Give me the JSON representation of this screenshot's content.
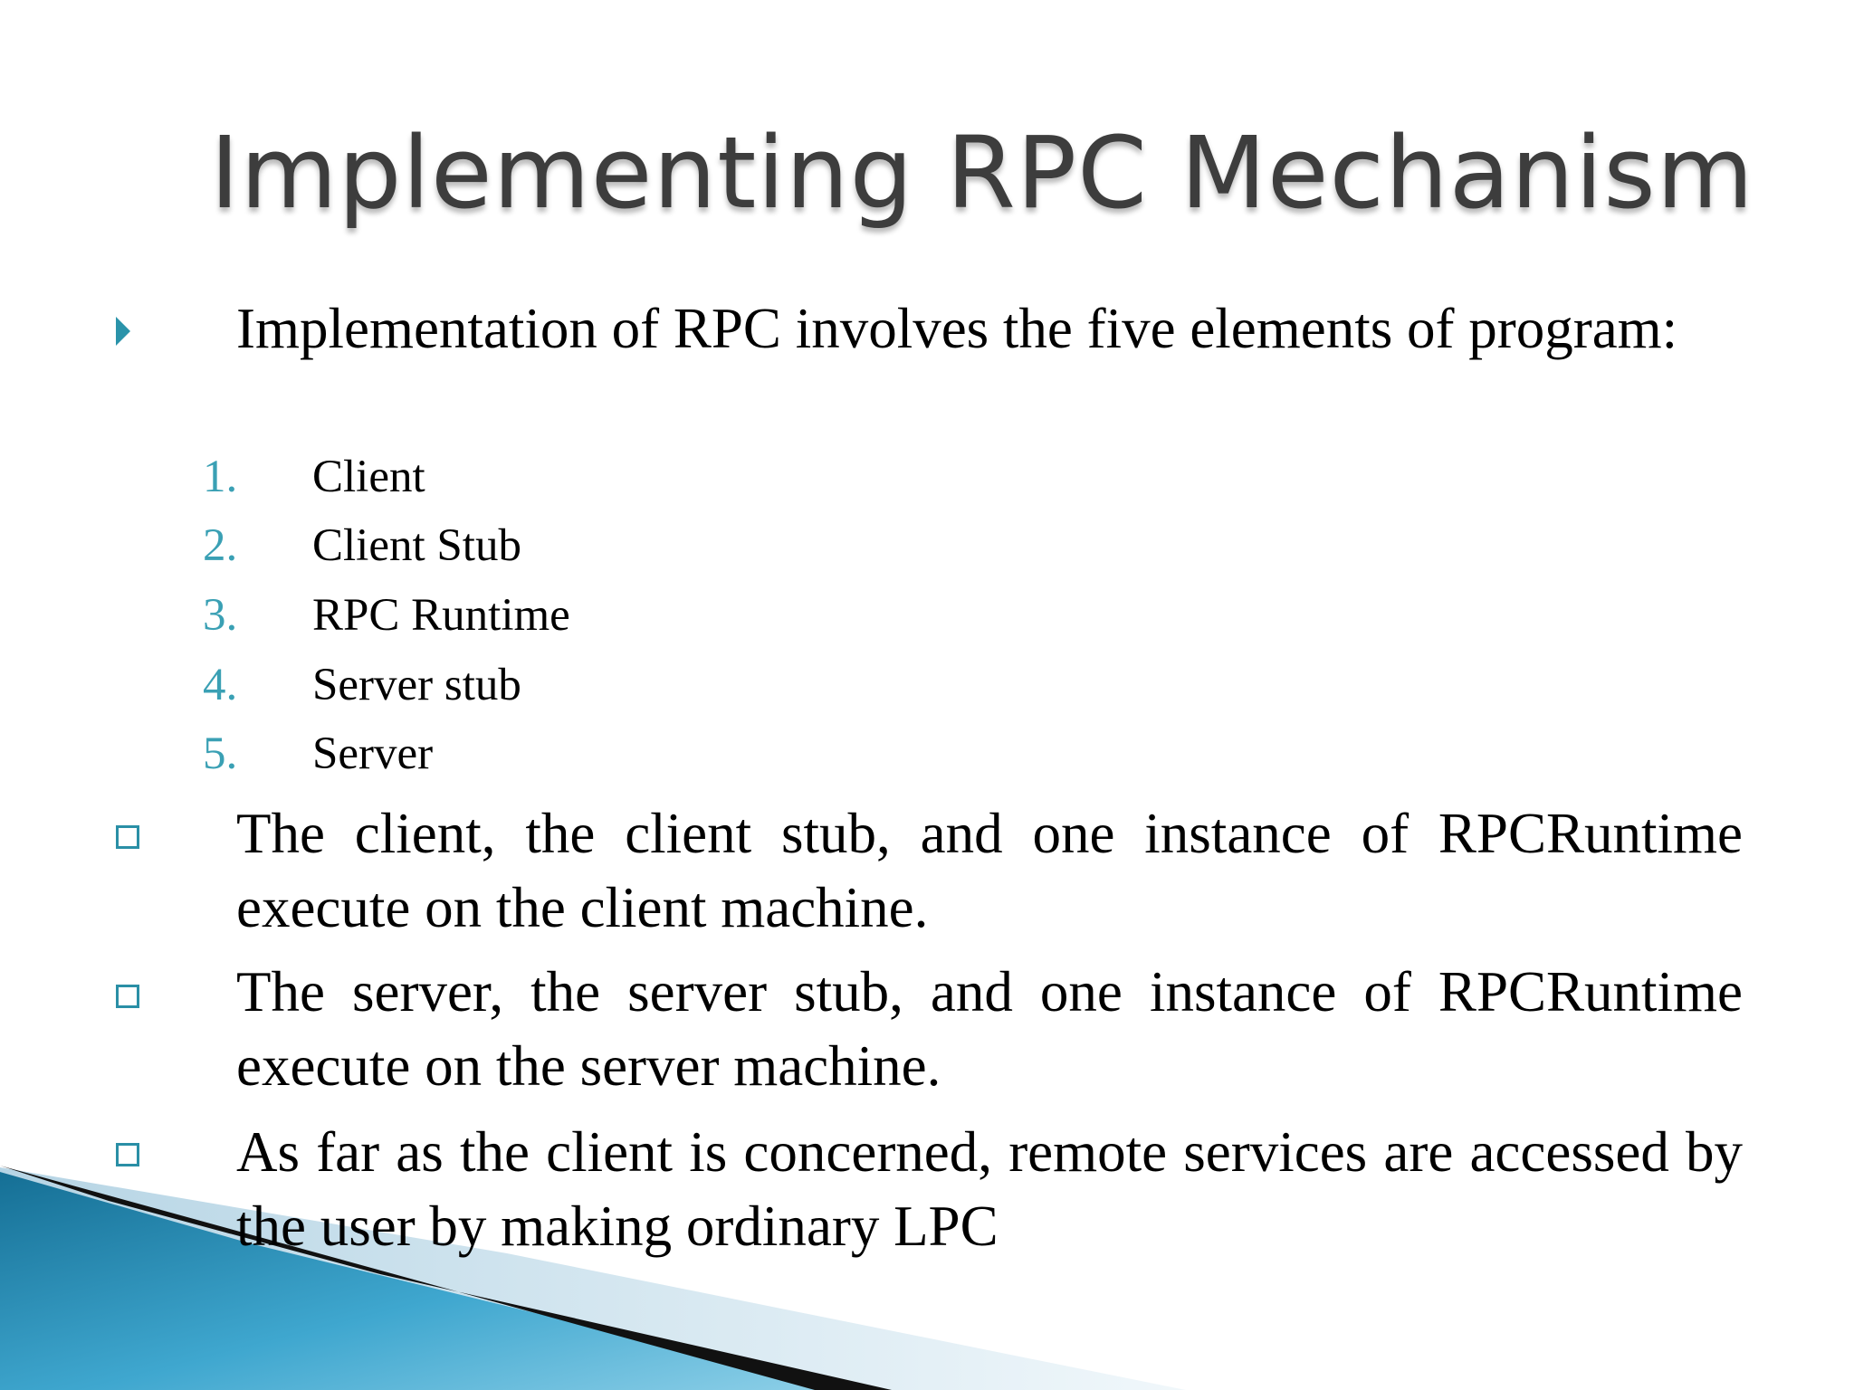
{
  "slide": {
    "title": "Implementing RPC Mechanism",
    "bullets": [
      {
        "marker_icon": "triangle-bullet-icon",
        "text": "Implementation of RPC involves the five elements of program:",
        "list": [
          {
            "number": "1.",
            "label": "Client"
          },
          {
            "number": "2.",
            "label": "Client Stub"
          },
          {
            "number": "3.",
            "label": "RPC Runtime"
          },
          {
            "number": "4.",
            "label": "Server stub"
          },
          {
            "number": "5.",
            "label": "Server"
          }
        ]
      },
      {
        "marker_icon": "square-bullet-icon",
        "text": "The client, the client stub, and one instance of RPCRuntime execute on the client machine."
      },
      {
        "marker_icon": "square-bullet-icon",
        "text": "The server, the server stub, and one instance of RPCRuntime execute on the server machine."
      },
      {
        "marker_icon": "square-bullet-icon",
        "text": "As far as the client is concerned, remote services are accessed by the user by making ordinary LPC"
      }
    ]
  },
  "colors": {
    "title": "#3d3d3d",
    "bullet_accent": "#2a93aa",
    "number_accent": "#3aa0b4",
    "decor_blue": "#1f7fa3",
    "decor_light": "#cfe3ee",
    "decor_black": "#111111"
  }
}
